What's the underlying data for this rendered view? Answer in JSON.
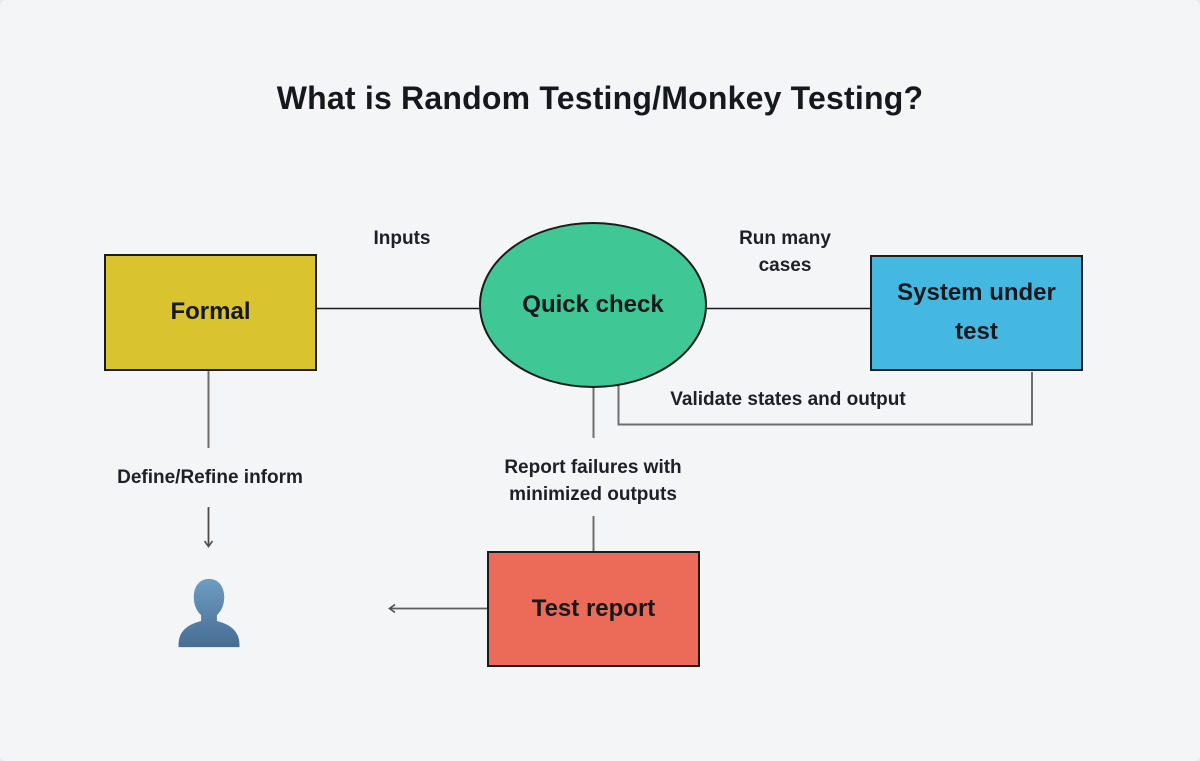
{
  "canvas": {
    "background": "#f4f5f7"
  },
  "diagram": {
    "title": "What is Random Testing/Monkey Testing?",
    "title_color": "#15181d",
    "nodes": {
      "formal": {
        "label": "Formal",
        "shape": "rectangle",
        "fill": "#d9c32e"
      },
      "quick_check": {
        "label": "Quick check",
        "shape": "ellipse",
        "fill": "#3fc795"
      },
      "system_under_test": {
        "label": "System under test",
        "shape": "rectangle",
        "fill": "#45b8e2"
      },
      "test_report": {
        "label": "Test report",
        "shape": "rectangle",
        "fill": "#ec6a58"
      }
    },
    "edge_labels": {
      "inputs": "Inputs",
      "run_many_cases": "Run many cases",
      "validate_states": "Validate states and output",
      "report_failures": "Report failures with minimized outputs",
      "define_refine": "Define/Refine inform"
    },
    "edges": [
      {
        "from": "formal",
        "to": "quick_check",
        "label": "Inputs",
        "style": "plain"
      },
      {
        "from": "quick_check",
        "to": "system_under_test",
        "label": "Run many cases",
        "style": "plain"
      },
      {
        "from": "system_under_test",
        "to": "quick_check",
        "label": "Validate states and output",
        "style": "elbow"
      },
      {
        "from": "quick_check",
        "to": "test_report",
        "label": "Report failures with minimized outputs",
        "style": "plain"
      },
      {
        "from": "formal",
        "to": "user",
        "label": "Define/Refine inform",
        "style": "arrow-down"
      },
      {
        "from": "test_report",
        "to": "left",
        "label": "",
        "style": "arrow-left"
      }
    ],
    "icons": {
      "user": "person-silhouette"
    }
  }
}
